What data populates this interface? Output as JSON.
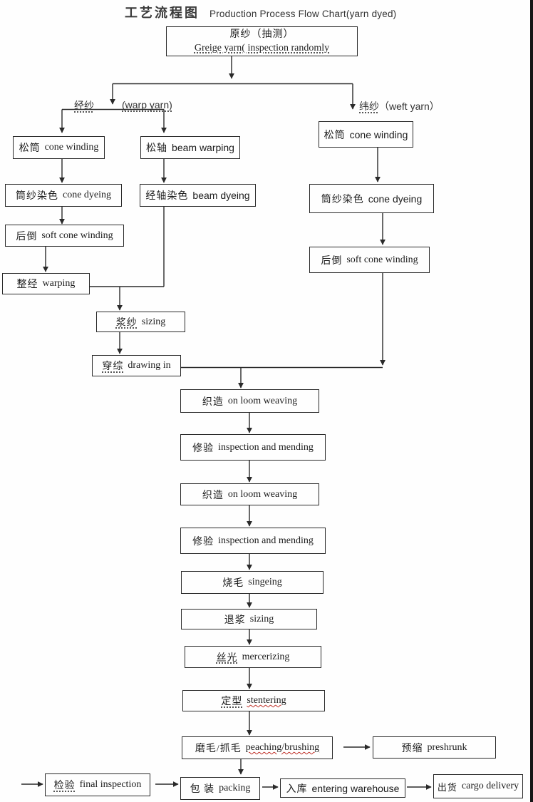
{
  "title": {
    "zh": "工艺流程图",
    "en": "Production Process Flow Chart(yarn dyed)"
  },
  "labels": {
    "warp": {
      "zh": "经纱",
      "en": "(warp yarn)"
    },
    "weft": {
      "zh": "纬纱",
      "en": "（weft yarn）"
    }
  },
  "nodes": {
    "greige": {
      "zh": "原纱（抽测）",
      "en": "Greige yarn( inspection randomly"
    },
    "cone_winding_warp": {
      "zh": "松筒",
      "en": "cone winding"
    },
    "beam_warping": {
      "zh": "松轴",
      "en": "beam warping"
    },
    "cone_winding_weft": {
      "zh": "松筒",
      "en": "cone winding"
    },
    "cone_dyeing_warp": {
      "zh": "筒纱染色",
      "en": "cone dyeing"
    },
    "beam_dyeing": {
      "zh": "经轴染色",
      "en": "beam dyeing"
    },
    "cone_dyeing_weft": {
      "zh": "筒纱染色",
      "en": "cone dyeing"
    },
    "soft_cone_winding_warp": {
      "zh": "后倒",
      "en": "soft cone winding"
    },
    "soft_cone_winding_weft": {
      "zh": "后倒",
      "en": "soft cone winding"
    },
    "warping": {
      "zh": "整经",
      "en": "warping"
    },
    "sizing": {
      "zh": "浆纱",
      "en": "sizing"
    },
    "drawing_in": {
      "zh": "穿综",
      "en": "drawing in"
    },
    "weaving_1": {
      "zh": "织造",
      "en": "on loom weaving"
    },
    "mending_1": {
      "zh": "修验",
      "en": "inspection and mending"
    },
    "weaving_2": {
      "zh": "织造",
      "en": "on loom weaving"
    },
    "mending_2": {
      "zh": "修验",
      "en": "inspection and mending"
    },
    "singeing": {
      "zh": "烧毛",
      "en": "singeing"
    },
    "desizing": {
      "zh": "退浆",
      "en": "sizing"
    },
    "mercerizing": {
      "zh": "丝光",
      "en": "mercerizing"
    },
    "stentering": {
      "zh": "定型",
      "en": "stentering"
    },
    "peaching": {
      "zh": "磨毛/抓毛",
      "en": "peaching/brushing"
    },
    "preshrunk": {
      "zh": "预缩",
      "en": "preshrunk"
    },
    "final_inspection": {
      "zh": "检验",
      "en": "final inspection"
    },
    "packing": {
      "zh": "包 装",
      "en": "packing"
    },
    "warehouse": {
      "zh": "入库",
      "en": "entering warehouse"
    },
    "delivery": {
      "zh": "出货",
      "en": "cargo delivery"
    }
  },
  "colors": {
    "line": "#2a2a2a",
    "text": "#1c1c1c",
    "spellcheck_wavy": "#c03028",
    "background": "#fefefe"
  }
}
